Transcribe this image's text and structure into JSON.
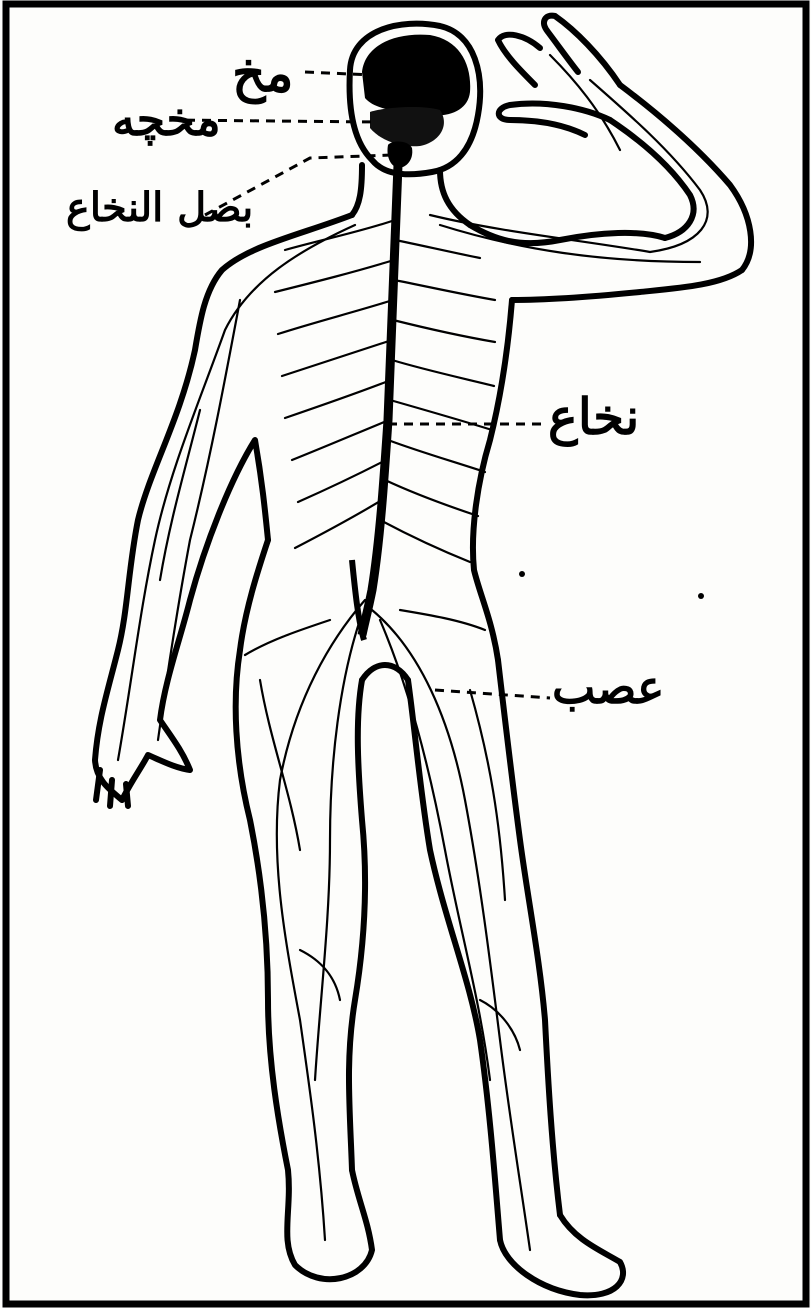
{
  "labels": {
    "brain": "مخ",
    "cerebellum": "مخچه",
    "medulla": "بصل النخاع",
    "spinal_cord": "نخاع",
    "nerve": "عصب"
  },
  "colors": {
    "ink": "#000000",
    "paper": "#fdfdfb"
  }
}
